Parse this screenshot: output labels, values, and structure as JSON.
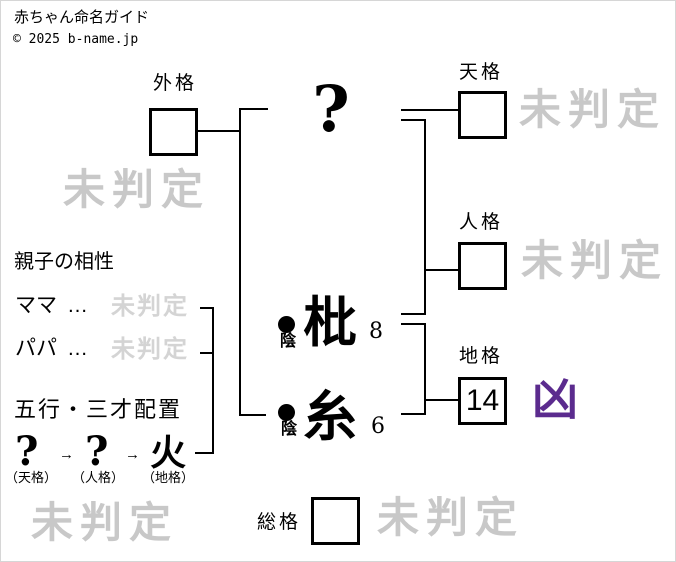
{
  "app": {
    "title": "赤ちゃん命名ガイド",
    "copyright": "© 2025 b-name.jp"
  },
  "colors": {
    "line_black": "#000000",
    "watermark_gray": "#c8c8c8",
    "pending_light_gray": "#d4d4d4",
    "bad_luck_purple": "#5b2b8e"
  },
  "diagram": {
    "surname": {
      "char": "?"
    },
    "given_name": [
      {
        "char": "枇",
        "strokes": "8",
        "yinyang_mark": "●",
        "yinyang": "陰"
      },
      {
        "char": "糸",
        "strokes": "6",
        "yinyang_mark": "●",
        "yinyang": "陰"
      }
    ],
    "gaikaku": {
      "label": "外格",
      "value": "",
      "result": "未判定"
    },
    "tenkaku": {
      "label": "天格",
      "value": "",
      "result": "未判定"
    },
    "jinkaku": {
      "label": "人格",
      "value": "",
      "result": "未判定"
    },
    "chikaku": {
      "label": "地格",
      "value": "14",
      "result": "凶"
    },
    "soukaku": {
      "label": "総格",
      "value": "",
      "result": "未判定"
    },
    "overall_pending": "未判定"
  },
  "compatibility": {
    "heading": "親子の相性",
    "rows": [
      {
        "label": "ママ",
        "separator": "…",
        "result": "未判定"
      },
      {
        "label": "パパ",
        "separator": "…",
        "result": "未判定"
      }
    ]
  },
  "sansai": {
    "heading": "五行・三才配置",
    "arrow": "→",
    "items": [
      {
        "element": "?",
        "label": "（天格）"
      },
      {
        "element": "?",
        "label": "（人格）"
      },
      {
        "element": "火",
        "label": "（地格）"
      }
    ]
  }
}
